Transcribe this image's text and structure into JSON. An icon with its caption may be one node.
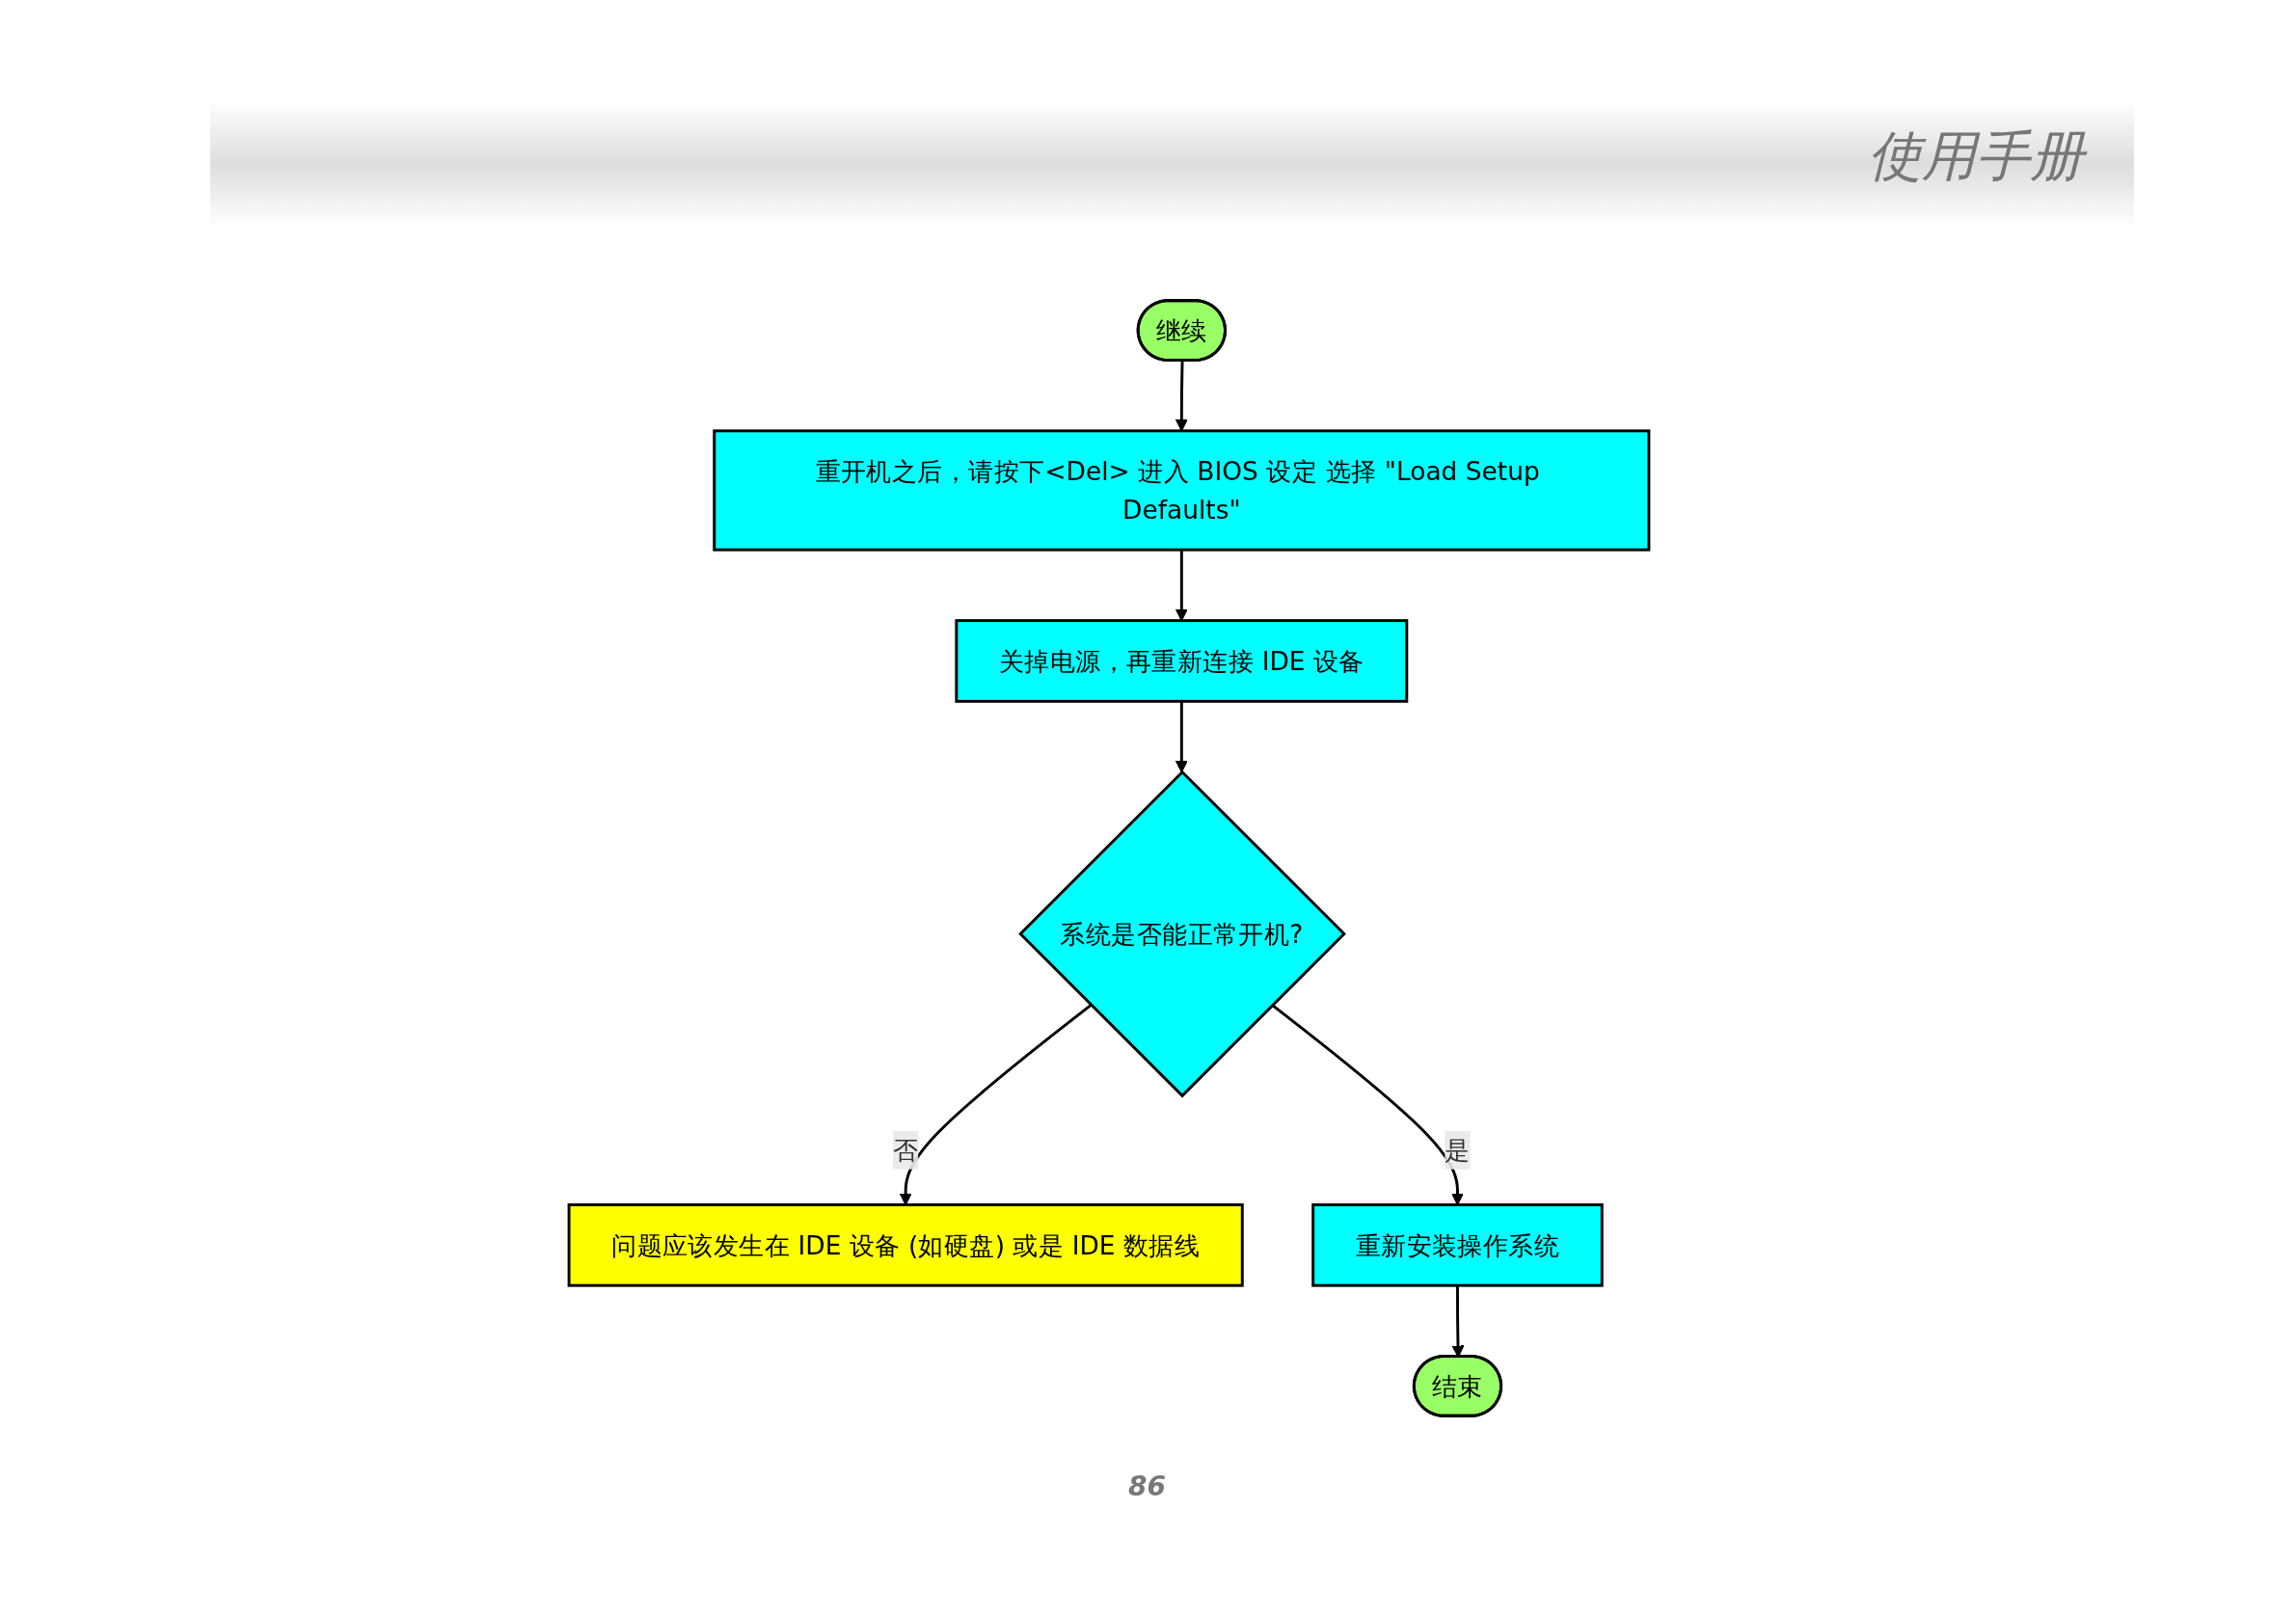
{
  "diagram": {
    "nodes": [
      {
        "text": [
          "继续"
        ]
      },
      {
        "text": [
          "重开机之后，请按下<Del> 进入 BIOS 设定 选择 \"Load Setup Defaults\""
        ]
      },
      {
        "text": [
          "关掉电源，再重新连接 IDE 设备"
        ]
      },
      {
        "text": [
          "系统是否能正常开机?"
        ]
      },
      {
        "text": [
          "问题应该发生在 IDE 设备 (如硬盘) 或是 IDE 数据线"
        ]
      },
      {
        "text": [
          "重新安装操作系统"
        ]
      },
      {
        "text": [
          "结束"
        ]
      }
    ],
    "edges": [
      {
        "from": 0,
        "to": 1,
        "arrow": "to"
      },
      {
        "from": 1,
        "to": 2,
        "arrow": "to"
      },
      {
        "from": 2,
        "to": 3,
        "arrow": "to"
      },
      {
        "from": 3,
        "to": 4,
        "arrow": "to",
        "label": "否"
      },
      {
        "from": 3,
        "to": 5,
        "arrow": "to",
        "label": "是"
      },
      {
        "from": 5,
        "to": 6,
        "arrow": "to"
      }
    ],
    "labels": [
      "使用手册",
      "86"
    ]
  }
}
